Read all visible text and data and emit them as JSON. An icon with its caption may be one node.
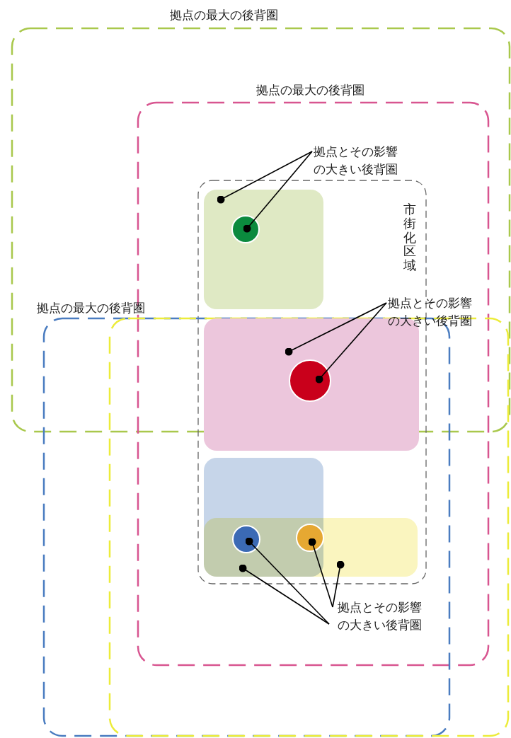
{
  "diagram": {
    "nodes": [
      {
        "text": [],
        "shape": "box"
      },
      {
        "text": [],
        "shape": "box"
      },
      {
        "text": [],
        "shape": "box"
      },
      {
        "text": [],
        "shape": "box"
      },
      {
        "text": [
          "市街化区域"
        ],
        "in": 1
      },
      {
        "text": [],
        "shape": "box"
      },
      {
        "text": [],
        "shape": "circle",
        "in": 5
      },
      {
        "text": [],
        "shape": "box"
      },
      {
        "text": [],
        "shape": "circle",
        "in": 7
      },
      {
        "text": [],
        "shape": "box"
      },
      {
        "text": [],
        "shape": "box"
      },
      {
        "text": [],
        "shape": "circle"
      },
      {
        "text": [],
        "shape": "circle"
      },
      {
        "text": [
          "拠点とその影響の大きい後背圏"
        ]
      },
      {
        "text": [
          "拠点とその影響の大きい後背圏"
        ]
      },
      {
        "text": [
          "拠点とその影響の大きい後背圏"
        ]
      }
    ],
    "edges": [
      {
        "from": 13,
        "to": 5,
        "arrow": "other"
      },
      {
        "from": 13,
        "to": 6,
        "arrow": "other"
      },
      {
        "from": 14,
        "to": 7,
        "arrow": "other"
      },
      {
        "from": 14,
        "to": 8,
        "arrow": "other"
      },
      {
        "from": 15,
        "to": 9,
        "arrow": "other"
      },
      {
        "from": 15,
        "to": 11,
        "arrow": "other"
      },
      {
        "from": 15,
        "to": 12,
        "arrow": "other"
      },
      {
        "from": 15,
        "to": 10,
        "arrow": "other"
      }
    ],
    "labels": [
      "拠点の最大の後背圏",
      "拠点の最大の後背圏",
      "拠点の最大の後背圏"
    ]
  }
}
